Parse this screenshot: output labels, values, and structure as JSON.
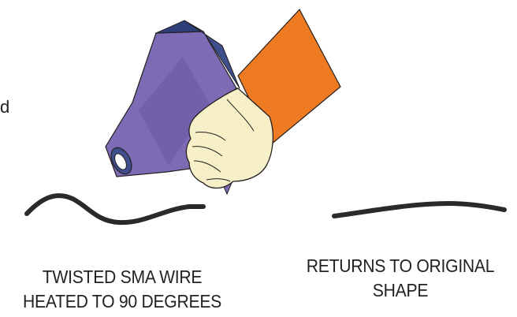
{
  "fragment_text": "d",
  "captions": {
    "left": {
      "line1": "TWISTED SMA WIRE",
      "line2": "HEATED TO 90 DEGREES"
    },
    "right": {
      "line1": "RETURNS TO ORIGINAL",
      "line2": "SHAPE"
    }
  },
  "colors": {
    "hair_dryer": "#7e6bb5",
    "hair_dryer_dark": "#3f4f8d",
    "sleeve": "#ee7b22",
    "hand": "#f7efc7",
    "outline": "#231f20",
    "wire": "#2a2a2a"
  },
  "icons": {
    "hair_dryer": "hair-dryer-icon",
    "hand": "hand-icon",
    "sleeve": "sleeve-icon"
  }
}
